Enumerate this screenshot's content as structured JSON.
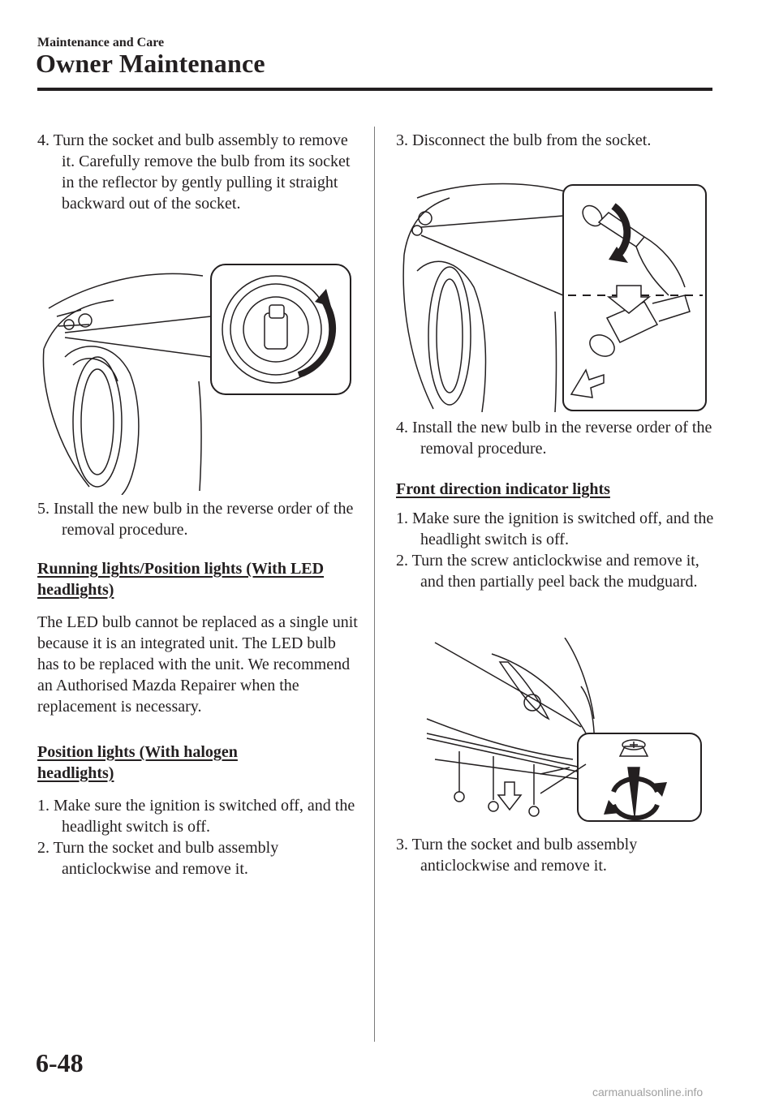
{
  "header": {
    "section": "Maintenance and Care",
    "title": "Owner Maintenance"
  },
  "left": {
    "step4": {
      "num": "4.",
      "text": "Turn the socket and bulb assembly to remove it. Carefully remove the bulb from its socket in the reflector by gently pulling it straight backward out of the socket."
    },
    "step5": {
      "num": "5.",
      "text": "Install the new bulb in the reverse order of the removal procedure."
    },
    "heading_running": "Running lights/Position lights (With LED headlights)",
    "para_led": "The LED bulb cannot be replaced as a single unit because it is an integrated unit. The LED bulb has to be replaced with the unit. We recommend an Authorised Mazda Repairer when the replacement is necessary.",
    "heading_position": "Position lights (With halogen headlights)",
    "step1": {
      "num": "1.",
      "text": "Make sure the ignition is switched off, and the headlight switch is off."
    },
    "step2": {
      "num": "2.",
      "text": "Turn the socket and bulb assembly anticlockwise and remove it."
    }
  },
  "right": {
    "step3": {
      "num": "3.",
      "text": "Disconnect the bulb from the socket."
    },
    "step4": {
      "num": "4.",
      "text": "Install the new bulb in the reverse order of the removal procedure."
    },
    "heading_front": "Front direction indicator lights",
    "fd_step1": {
      "num": "1.",
      "text": "Make sure the ignition is switched off, and the headlight switch is off."
    },
    "fd_step2": {
      "num": "2.",
      "text": "Turn the screw anticlockwise and remove it, and then partially peel back the mudguard."
    },
    "fd_step3": {
      "num": "3.",
      "text": "Turn the socket and bulb assembly anticlockwise and remove it."
    }
  },
  "footer": {
    "page_number": "6-48",
    "watermark": "carmanualsonline.info"
  }
}
